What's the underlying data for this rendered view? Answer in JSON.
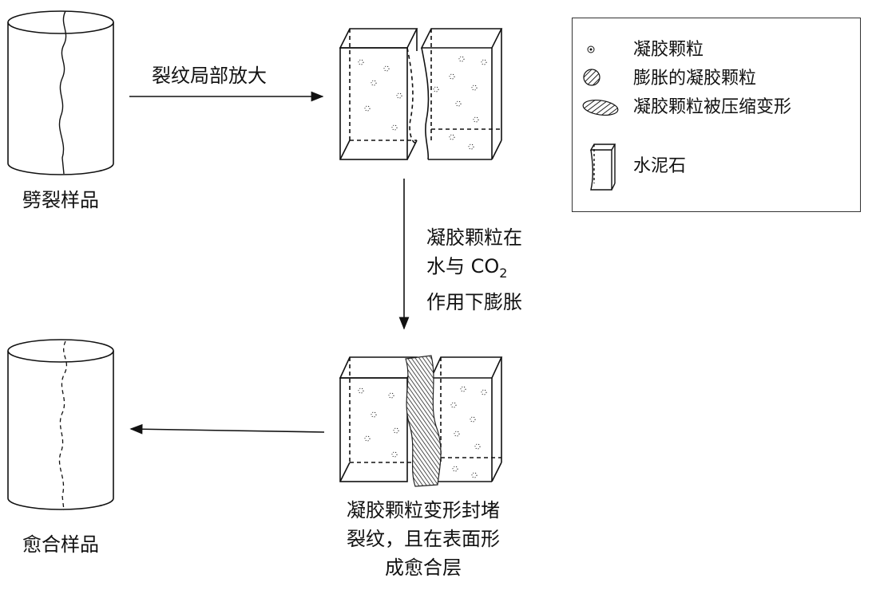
{
  "labels": {
    "split_sample": "劈裂样品",
    "zoom_crack": "裂纹局部放大",
    "swell_line1": "凝胶颗粒在",
    "swell_line2_prefix": "水与 CO",
    "swell_line2_sub": "2",
    "swell_line3": "作用下膨胀",
    "healed_sample": "愈合样品",
    "seal_line1": "凝胶颗粒变形封堵",
    "seal_line2": "裂纹，且在表面形",
    "seal_line3": "成愈合层"
  },
  "legend": {
    "items": [
      {
        "icon": "gel-particle-icon",
        "label": "凝胶颗粒"
      },
      {
        "icon": "swollen-gel-particle-icon",
        "label": "膨胀的凝胶颗粒"
      },
      {
        "icon": "compressed-gel-particle-icon",
        "label": "凝胶颗粒被压缩变形"
      },
      {
        "icon": "cement-stone-icon",
        "label": "水泥石"
      }
    ]
  }
}
